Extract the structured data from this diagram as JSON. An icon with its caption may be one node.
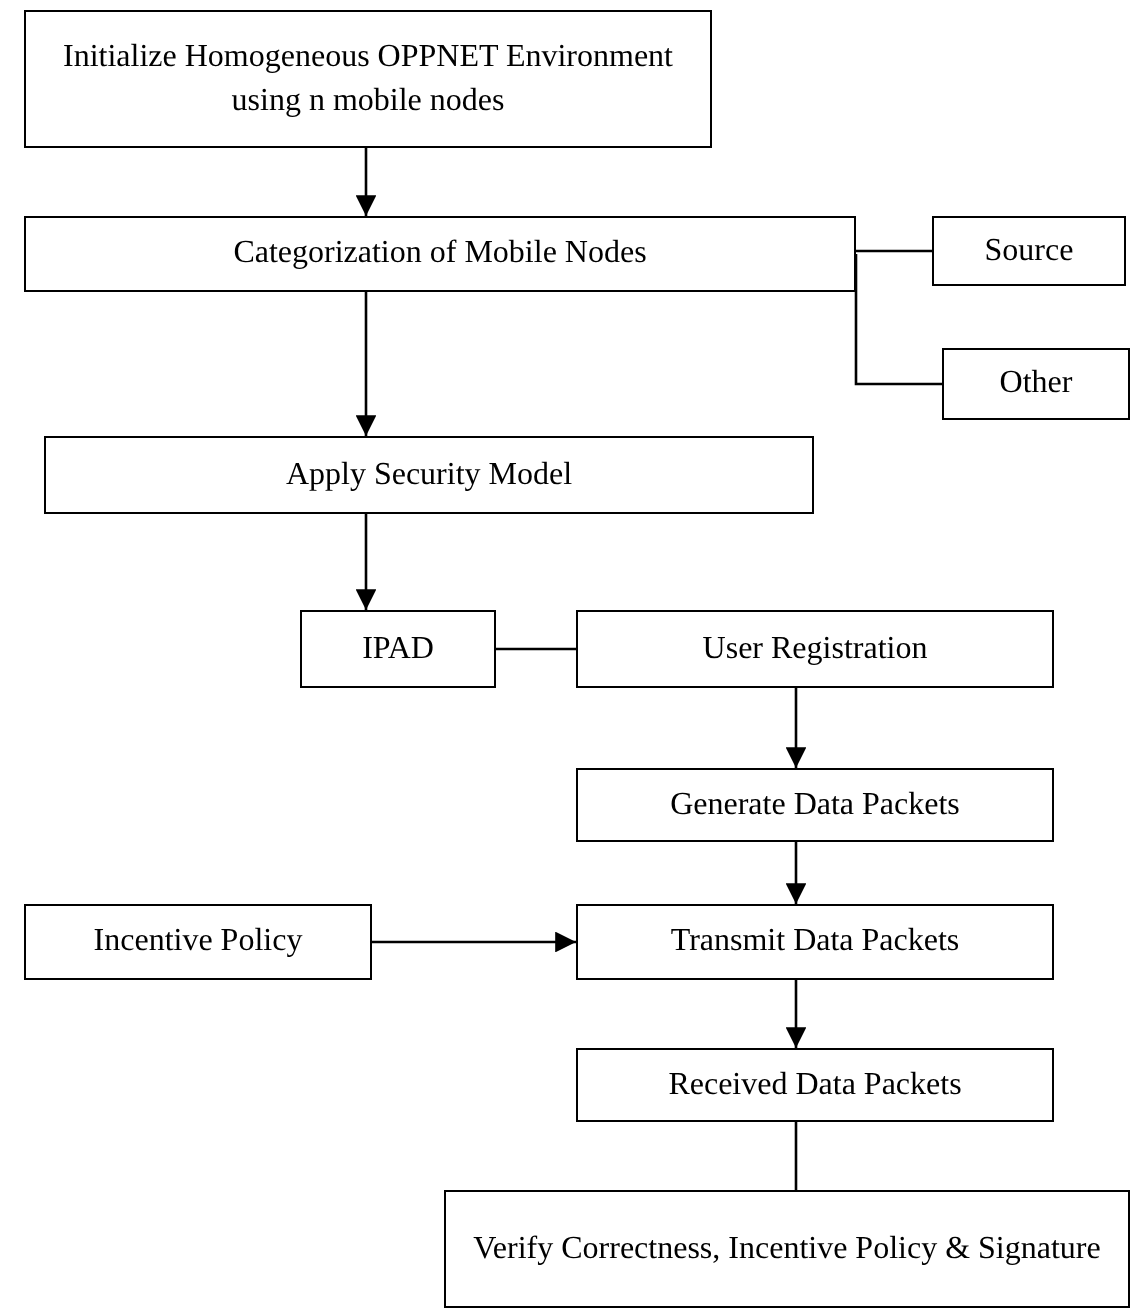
{
  "diagram": {
    "nodes": [
      {
        "text": [
          "Initialize Homogeneous OPPNET Environment using n mobile nodes"
        ]
      },
      {
        "text": [
          "Categorization of Mobile Nodes"
        ]
      },
      {
        "text": [
          "Source"
        ]
      },
      {
        "text": [
          "Other"
        ]
      },
      {
        "text": [
          "Apply Security Model"
        ]
      },
      {
        "text": [
          "IPAD"
        ]
      },
      {
        "text": [
          "User Registration"
        ]
      },
      {
        "text": [
          "Generate Data Packets"
        ]
      },
      {
        "text": [
          "Incentive Policy"
        ]
      },
      {
        "text": [
          "Transmit Data Packets"
        ]
      },
      {
        "text": [
          "Received Data Packets"
        ]
      },
      {
        "text": [
          "Verify Correctness, Incentive Policy & Signature"
        ]
      }
    ],
    "edges": [
      {
        "from": 0,
        "to": 1,
        "arrow": "to"
      },
      {
        "from": 1,
        "to": 2,
        "arrow": "none"
      },
      {
        "from": 1,
        "to": 3,
        "arrow": "none"
      },
      {
        "from": 1,
        "to": 4,
        "arrow": "to"
      },
      {
        "from": 4,
        "to": 5,
        "arrow": "to"
      },
      {
        "from": 5,
        "to": 6,
        "arrow": "none"
      },
      {
        "from": 6,
        "to": 7,
        "arrow": "to"
      },
      {
        "from": 7,
        "to": 9,
        "arrow": "to"
      },
      {
        "from": 8,
        "to": 9,
        "arrow": "to"
      },
      {
        "from": 9,
        "to": 10,
        "arrow": "to"
      },
      {
        "from": 10,
        "to": 11,
        "arrow": "none"
      }
    ]
  }
}
